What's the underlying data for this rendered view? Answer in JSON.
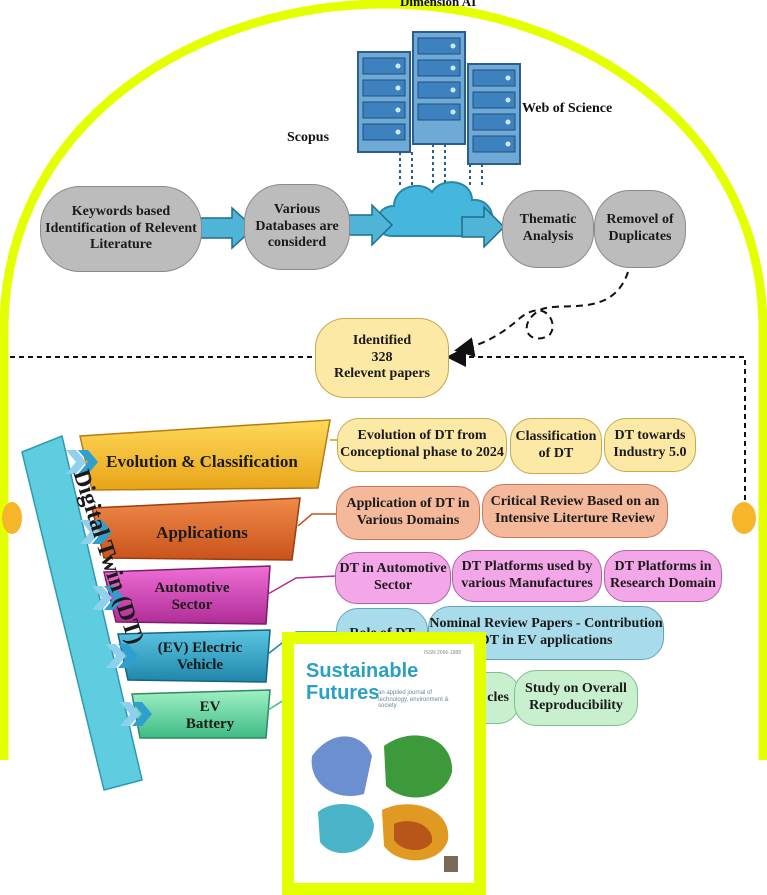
{
  "top_partial": "Dimension AI",
  "sources": {
    "scopus": "Scopus",
    "wos": "Web of Science"
  },
  "flow": {
    "keywords": "Keywords based\nIdentification of Relevent\nLiterature",
    "databases": "Various\nDatabases  are\nconsiderd",
    "thematic": "Thematic\nAnalysis",
    "duplicates": "Removel of\nDuplicates",
    "identified": "Identified\n328\nRelevent papers"
  },
  "vertical_title": "Digital Twin (DT)",
  "bands": [
    {
      "label": "Evolution & Classification",
      "color": "#f7be2a",
      "items": [
        "Evolution of DT from\nConceptional phase to 2024",
        "Classification\nof DT",
        "DT towards\nIndustry 5.0"
      ]
    },
    {
      "label": "Applications",
      "color": "#e0662a",
      "items": [
        "Application of DT in\nVarious Domains",
        "Critical Review Based on an\nIntensive Literture Review"
      ]
    },
    {
      "label": "Automotive\nSector",
      "color": "#d43fb8",
      "items": [
        "DT in Automotive\nSector",
        "DT Platforms used by\nvarious Manufactures",
        "DT Platforms in\nResearch Domain"
      ]
    },
    {
      "label": "(EV) Electric\nVehicle",
      "color": "#2ea6c9",
      "items": [
        "Role of DT",
        "Nominal Review Papers - Contribution\nDT in EV applications"
      ]
    },
    {
      "label": "EV\nBattery",
      "color": "#5dcf9b",
      "items": [
        "cles",
        "Study on Overall\nReproducibility"
      ]
    }
  ],
  "cover": {
    "title_line1": "Sustainable",
    "title_line2": "Futures",
    "subtitle": "an applied journal of technology, environment & society",
    "issn": "ISSN 2666-1888"
  },
  "colors": {
    "frame": "#e4ff00",
    "arrow_fill": "#4fb4d6",
    "cloud": "#45b6dc",
    "server": "#3d82bf",
    "chevron": "#2f9fd0",
    "vertical_bar": "#5fcde0"
  },
  "icons": [
    "server-icon",
    "cloud-icon",
    "chevron-icon"
  ]
}
